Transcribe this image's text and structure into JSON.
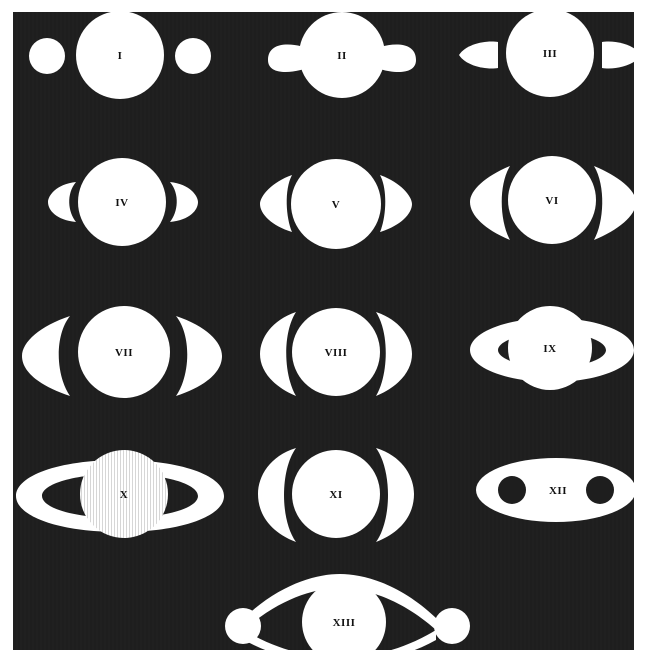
{
  "figures": [
    {
      "label": "I"
    },
    {
      "label": "II"
    },
    {
      "label": "III"
    },
    {
      "label": "IV"
    },
    {
      "label": "V"
    },
    {
      "label": "VI"
    },
    {
      "label": "VII"
    },
    {
      "label": "VIII"
    },
    {
      "label": "IX"
    },
    {
      "label": "X"
    },
    {
      "label": "XI"
    },
    {
      "label": "XII"
    },
    {
      "label": "XIII"
    }
  ],
  "colors": {
    "background": "#1e1e1e",
    "figure": "#ffffff",
    "label": "#111111",
    "shaded_disk": "#c8c8c8"
  }
}
